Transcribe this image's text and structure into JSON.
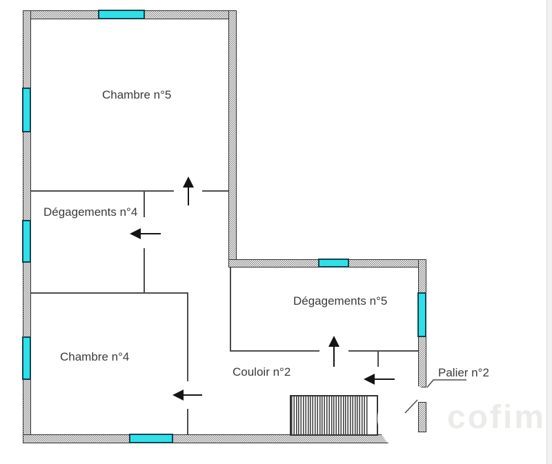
{
  "labels": {
    "chambre5": "Chambre n°5",
    "degagements4": "Dégagements n°4",
    "chambre4": "Chambre n°4",
    "degagements5": "Dégagements n°5",
    "couloir2": "Couloir n°2",
    "palier2": "Palier n°2"
  },
  "watermark": {
    "text": "cofim"
  },
  "icons": {
    "door_arrow_up": "black upward triangle arrow (door swing direction)",
    "door_arrow_left": "black leftward triangle arrow (door swing direction)",
    "window_marker": "cyan rectangle window symbol",
    "staircase": "hatched tread lines stair symbol"
  },
  "colors": {
    "window_fill": "#2ee1e8",
    "window_border": "#14404e",
    "wall_outline": "#2e2e2e",
    "interior_line": "#4a4a4a",
    "label_text": "#3a3a3a",
    "watermark_text": "#ebebe9"
  }
}
